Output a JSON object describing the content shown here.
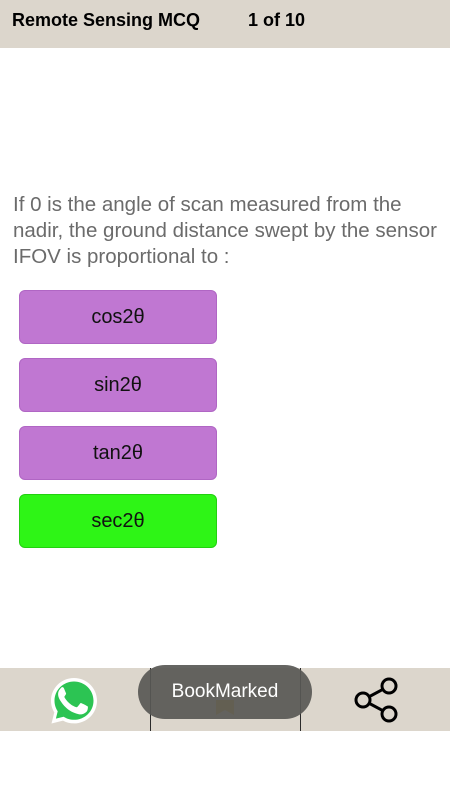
{
  "header": {
    "title": "Remote Sensing MCQ",
    "progress": "1 of 10"
  },
  "question": {
    "text": "If 0 is the angle of scan measured from the nadir, the ground distance swept by the sensor IFOV is proportional to :"
  },
  "options": [
    {
      "label": "cos2θ",
      "color": "#c077d2"
    },
    {
      "label": "sin2θ",
      "color": "#c077d2"
    },
    {
      "label": "tan2θ",
      "color": "#c077d2"
    },
    {
      "label": "sec2θ",
      "color": "#2ef516",
      "state": "correct"
    }
  ],
  "bottom_bar": {
    "icons": [
      "whatsapp-icon",
      "bookmark-icon",
      "share-icon"
    ],
    "background": "#dcd6cc"
  },
  "toast": {
    "text": "BookMarked"
  }
}
